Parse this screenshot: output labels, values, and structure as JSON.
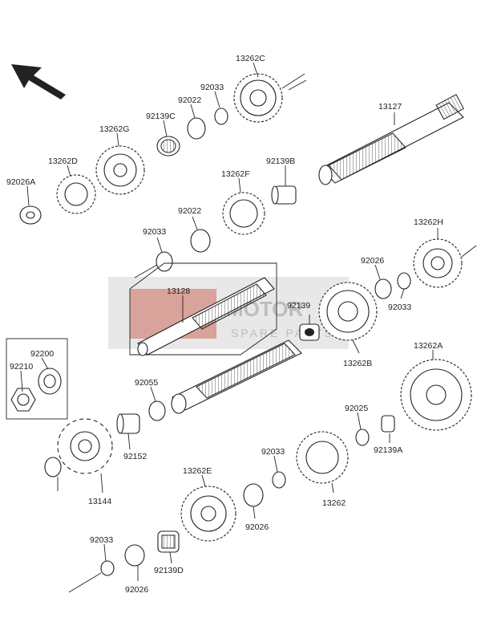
{
  "watermark": {
    "line1": "MOTOR",
    "line2": "SPARE PARTS"
  },
  "labels": {
    "p13262C": "13262C",
    "p92033_top": "92033",
    "p92022_top": "92022",
    "p92139C": "92139C",
    "p13262G": "13262G",
    "p13127": "13127",
    "p13262D": "13262D",
    "p92026A": "92026A",
    "p13262F": "13262F",
    "p92139B": "92139B",
    "p92022_mid": "92022",
    "p92033_mid": "92033",
    "p13262H": "13262H",
    "p92026_right": "92026",
    "p92033_right": "92033",
    "p13128": "13128",
    "p92139": "92139",
    "p13262B": "13262B",
    "p92200": "92200",
    "p92210": "92210",
    "p92055": "92055",
    "p13262A": "13262A",
    "p92025": "92025",
    "p92139A": "92139A",
    "p92152": "92152",
    "p13144": "13144",
    "p92033_low": "92033",
    "p13262": "13262",
    "p13262E": "13262E",
    "p92026_low": "92026",
    "p92033_bottom": "92033",
    "p92139D": "92139D",
    "p92026_bottom": "92026"
  }
}
